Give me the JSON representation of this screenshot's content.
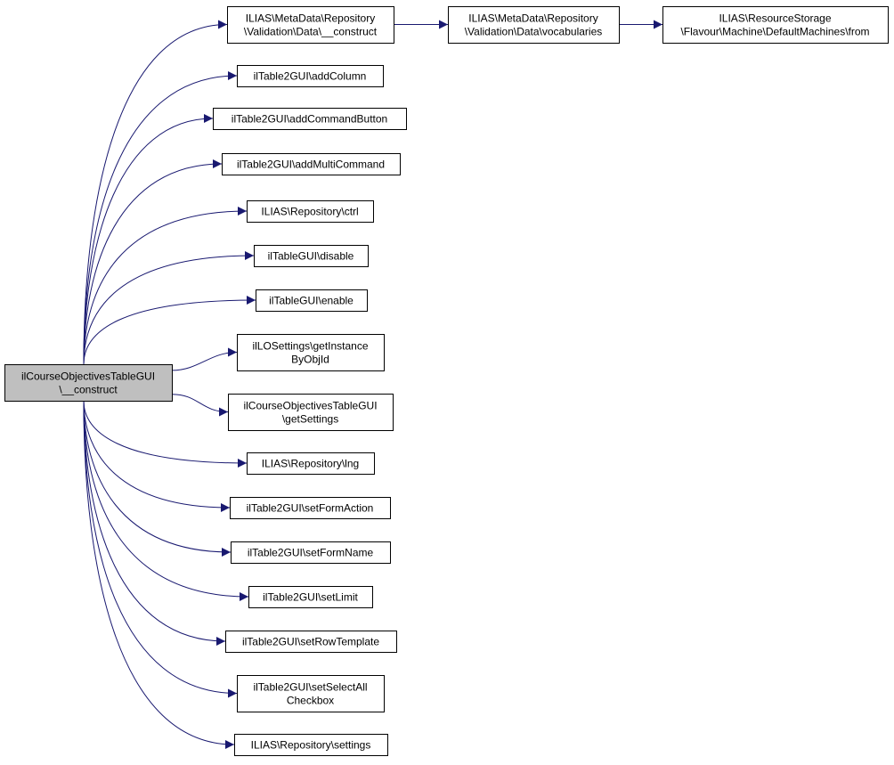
{
  "colors": {
    "edge": "#191970",
    "node_border": "#000000",
    "node_fill": "#ffffff",
    "root_fill": "#bfbfbf",
    "text": "#000000"
  },
  "nodes": [
    {
      "id": "root",
      "lines": [
        "ilCourseObjectivesTableGUI",
        "\\__construct"
      ],
      "root": true
    },
    {
      "id": "md-construct",
      "lines": [
        "ILIAS\\MetaData\\Repository",
        "\\Validation\\Data\\__construct"
      ]
    },
    {
      "id": "md-vocabularies",
      "lines": [
        "ILIAS\\MetaData\\Repository",
        "\\Validation\\Data\\vocabularies"
      ]
    },
    {
      "id": "rs-from",
      "lines": [
        "ILIAS\\ResourceStorage",
        "\\Flavour\\Machine\\DefaultMachines\\from"
      ]
    },
    {
      "id": "add-column",
      "lines": [
        "ilTable2GUI\\addColumn"
      ]
    },
    {
      "id": "add-command-button",
      "lines": [
        "ilTable2GUI\\addCommandButton"
      ]
    },
    {
      "id": "add-multi-command",
      "lines": [
        "ilTable2GUI\\addMultiCommand"
      ]
    },
    {
      "id": "repo-ctrl",
      "lines": [
        "ILIAS\\Repository\\ctrl"
      ]
    },
    {
      "id": "table-disable",
      "lines": [
        "ilTableGUI\\disable"
      ]
    },
    {
      "id": "table-enable",
      "lines": [
        "ilTableGUI\\enable"
      ]
    },
    {
      "id": "lo-get-instance",
      "lines": [
        "ilLOSettings\\getInstance",
        "ByObjId"
      ]
    },
    {
      "id": "get-settings",
      "lines": [
        "ilCourseObjectivesTableGUI",
        "\\getSettings"
      ]
    },
    {
      "id": "repo-lng",
      "lines": [
        "ILIAS\\Repository\\lng"
      ]
    },
    {
      "id": "set-form-action",
      "lines": [
        "ilTable2GUI\\setFormAction"
      ]
    },
    {
      "id": "set-form-name",
      "lines": [
        "ilTable2GUI\\setFormName"
      ]
    },
    {
      "id": "set-limit",
      "lines": [
        "ilTable2GUI\\setLimit"
      ]
    },
    {
      "id": "set-row-template",
      "lines": [
        "ilTable2GUI\\setRowTemplate"
      ]
    },
    {
      "id": "set-select-all",
      "lines": [
        "ilTable2GUI\\setSelectAll",
        "Checkbox"
      ]
    },
    {
      "id": "repo-settings",
      "lines": [
        "ILIAS\\Repository\\settings"
      ]
    }
  ],
  "edges": [
    {
      "from": "root",
      "to": "md-construct"
    },
    {
      "from": "md-construct",
      "to": "md-vocabularies"
    },
    {
      "from": "md-vocabularies",
      "to": "rs-from"
    },
    {
      "from": "root",
      "to": "add-column"
    },
    {
      "from": "root",
      "to": "add-command-button"
    },
    {
      "from": "root",
      "to": "add-multi-command"
    },
    {
      "from": "root",
      "to": "repo-ctrl"
    },
    {
      "from": "root",
      "to": "table-disable"
    },
    {
      "from": "root",
      "to": "table-enable"
    },
    {
      "from": "root",
      "to": "lo-get-instance"
    },
    {
      "from": "root",
      "to": "get-settings"
    },
    {
      "from": "root",
      "to": "repo-lng"
    },
    {
      "from": "root",
      "to": "set-form-action"
    },
    {
      "from": "root",
      "to": "set-form-name"
    },
    {
      "from": "root",
      "to": "set-limit"
    },
    {
      "from": "root",
      "to": "set-row-template"
    },
    {
      "from": "root",
      "to": "set-select-all"
    },
    {
      "from": "root",
      "to": "repo-settings"
    }
  ]
}
